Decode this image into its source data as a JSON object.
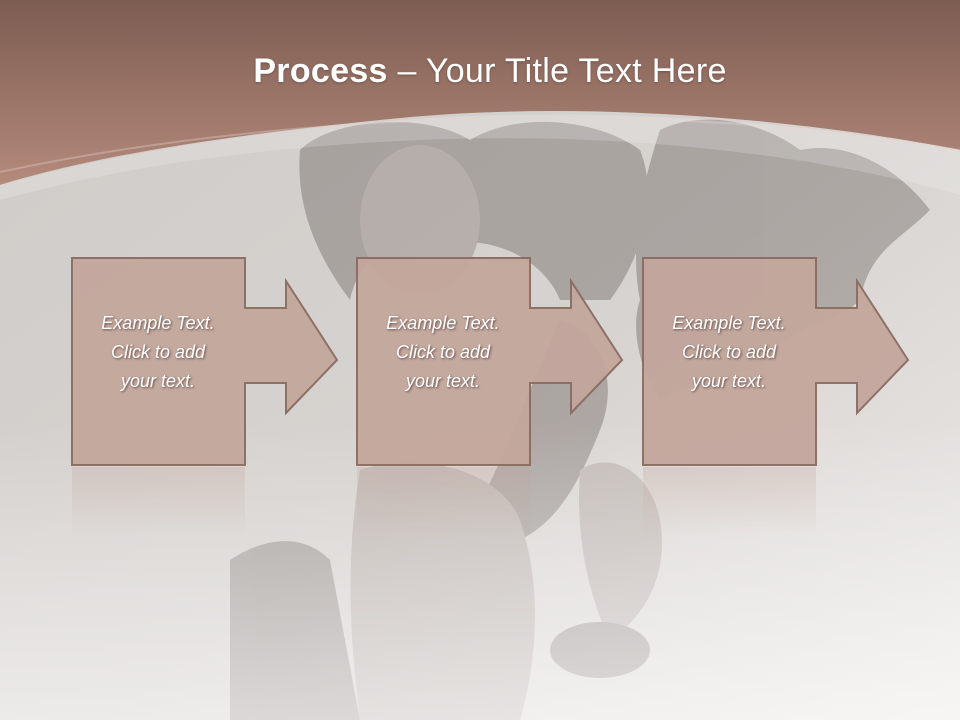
{
  "title": {
    "bold": "Process",
    "dash": " – ",
    "rest": "Your Title Text Here"
  },
  "steps": [
    {
      "line1": "Example Text.",
      "line2": "Click  to add",
      "line3": "your text."
    },
    {
      "line1": "Example Text.",
      "line2": "Click  to add",
      "line3": "your text."
    },
    {
      "line1": "Example Text.",
      "line2": "Click  to add",
      "line3": "your text."
    }
  ],
  "colors": {
    "header": "#9c7265",
    "box_fill": "#c4a79d",
    "box_stroke": "#8a6c62"
  }
}
